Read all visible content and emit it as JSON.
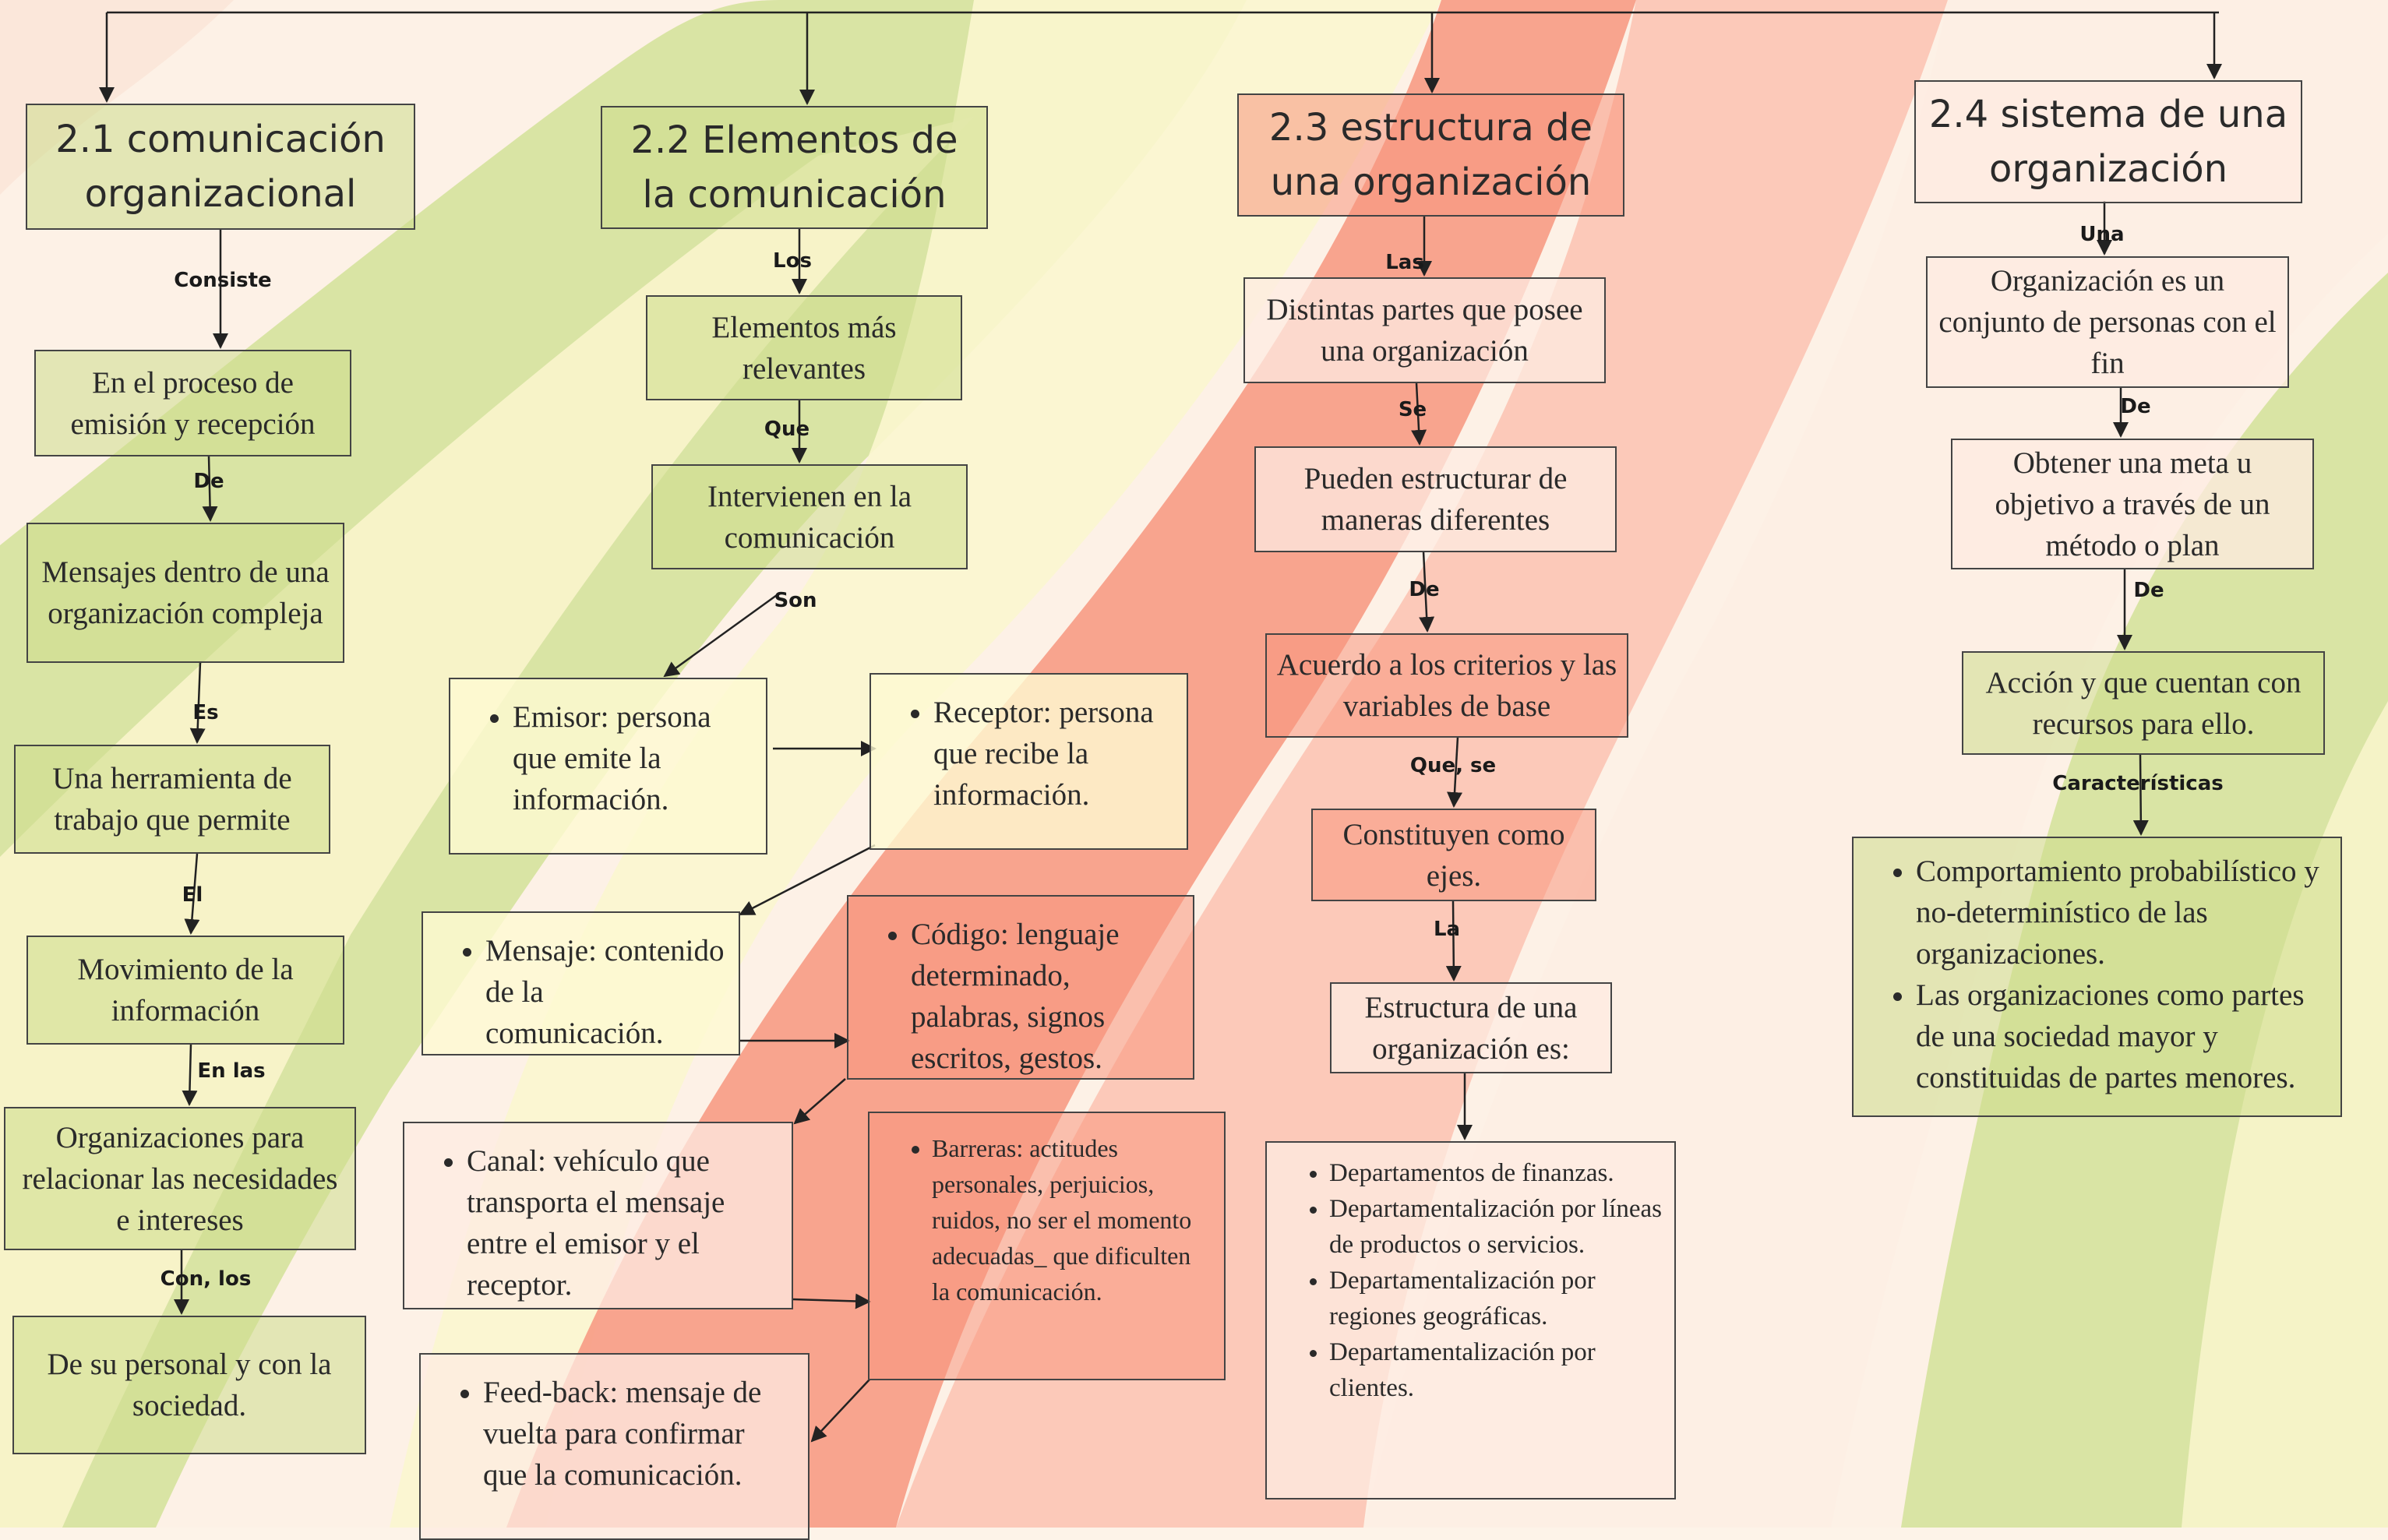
{
  "columns": [
    {
      "title": "2.1 comunicación organizacional",
      "labels": [
        "Consiste",
        "De",
        "Es",
        "El",
        "En las",
        "Con, los"
      ],
      "nodes": [
        "En el proceso de emisión y recepción",
        "Mensajes dentro de una organización compleja",
        "Una herramienta de trabajo que permite",
        "Movimiento de la información",
        "Organizaciones para relacionar las necesidades e intereses",
        "De su personal y con la sociedad."
      ]
    },
    {
      "title": "2.2 Elementos de la comunicación",
      "labels": [
        "Los",
        "Que",
        "Son"
      ],
      "nodes": [
        "Elementos más relevantes",
        "Intervienen en la comunicación"
      ],
      "elements": [
        "Emisor: persona que emite la información.",
        "Receptor: persona que recibe la información.",
        "Mensaje: contenido de la comunicación.",
        "Código: lenguaje determinado, palabras, signos escritos, gestos.",
        "Canal: vehículo que transporta el mensaje entre el emisor y el receptor.",
        "Barreras: actitudes personales, perjuicios, ruidos, no ser el momento adecuadas_ que dificulten la comunicación.",
        "Feed-back: mensaje de vuelta para confirmar que la comunicación."
      ]
    },
    {
      "title": "2.3 estructura de una organización",
      "labels": [
        "Las",
        "Se",
        "De",
        "Que, se",
        "La"
      ],
      "nodes": [
        "Distintas partes que posee una organización",
        "Pueden estructurar de maneras diferentes",
        "Acuerdo a los criterios y las variables de base",
        "Constituyen como ejes.",
        "Estructura de una organización es:"
      ],
      "list": [
        "Departamentos de finanzas.",
        "Departamentalización por líneas de productos o servicios.",
        "Departamentalización por regiones geográficas.",
        "Departamentalización por clientes."
      ]
    },
    {
      "title": "2.4 sistema de una organización",
      "labels": [
        "Una",
        "De",
        "De",
        "Características"
      ],
      "nodes": [
        "Organización es un conjunto de personas con el fin",
        "Obtener una meta u objetivo a través de un método o plan",
        "Acción y que cuentan con recursos para ello."
      ],
      "list": [
        "Comportamiento probabilístico y no-determinístico de las organizaciones.",
        "Las organizaciones como partes de una sociedad mayor y constituidas de partes menores."
      ]
    }
  ],
  "colors": {
    "green": "#cddd8c",
    "light_yellow": "#fefad2",
    "salmon": "#f8967d",
    "pink": "#fdebe1",
    "line": "#222222"
  }
}
